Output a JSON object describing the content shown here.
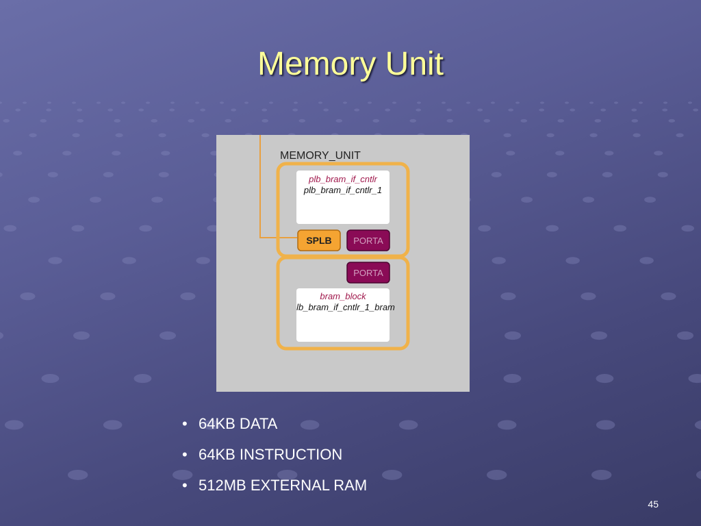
{
  "slide": {
    "title": "Memory Unit",
    "number": "45"
  },
  "diagram": {
    "header": "MEMORY_UNIT",
    "controller": {
      "type_label": "plb_bram_if_cntlr",
      "instance_label": "plb_bram_if_cntlr_1"
    },
    "ports_top": [
      "SPLB",
      "PORTA"
    ],
    "port_bottom": "PORTA",
    "block": {
      "type_label": "bram_block",
      "instance_label": "lb_bram_if_cntlr_1_bram"
    },
    "colors": {
      "frame": "#f0b24a",
      "splb": "#f5a432",
      "porta": "#8a0b56",
      "type_text": "#a0174b"
    }
  },
  "bullets": [
    "64KB DATA",
    "64KB INSTRUCTION",
    "512MB EXTERNAL RAM"
  ],
  "bullet_glyph": "•"
}
